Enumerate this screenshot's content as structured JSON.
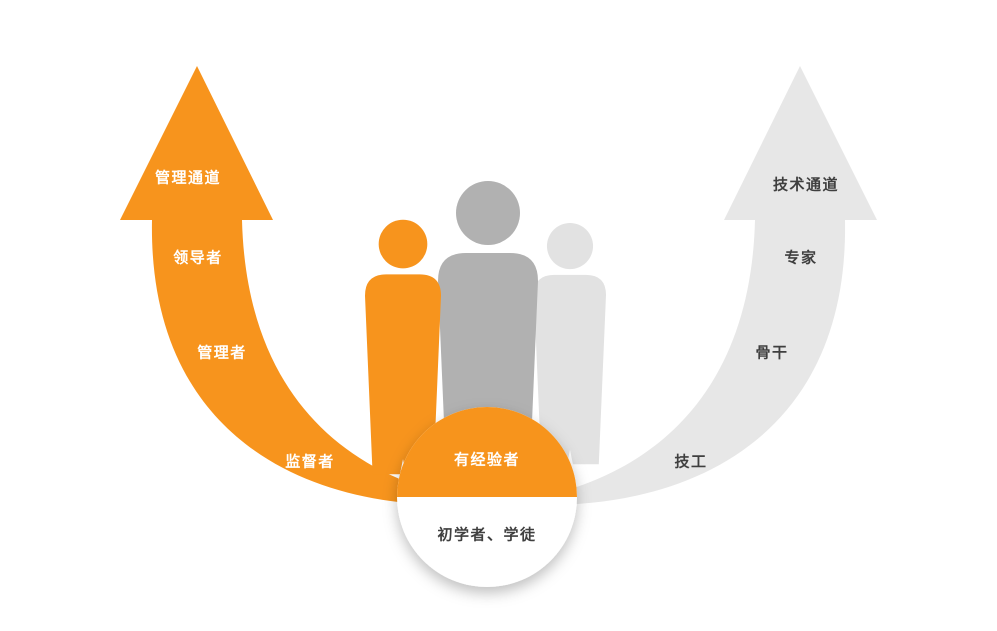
{
  "diagram": {
    "title_concept": "dual career channel diagram",
    "colors": {
      "orange": "#f7941d",
      "light_gray_arrow": "#e7e7e7",
      "gray_person": "#b1b1b1",
      "light_gray_person": "#e2e2e2",
      "circle_white": "#ffffff",
      "dark_text": "#3f3f3f",
      "white_text": "#ffffff"
    },
    "left_channel": {
      "title": "管理通道",
      "levels": [
        "领导者",
        "管理者",
        "监督者"
      ]
    },
    "right_channel": {
      "title": "技术通道",
      "levels": [
        "专家",
        "骨干",
        "技工"
      ]
    },
    "center": {
      "upper_label": "有经验者",
      "lower_label": "初学者、学徒"
    }
  }
}
